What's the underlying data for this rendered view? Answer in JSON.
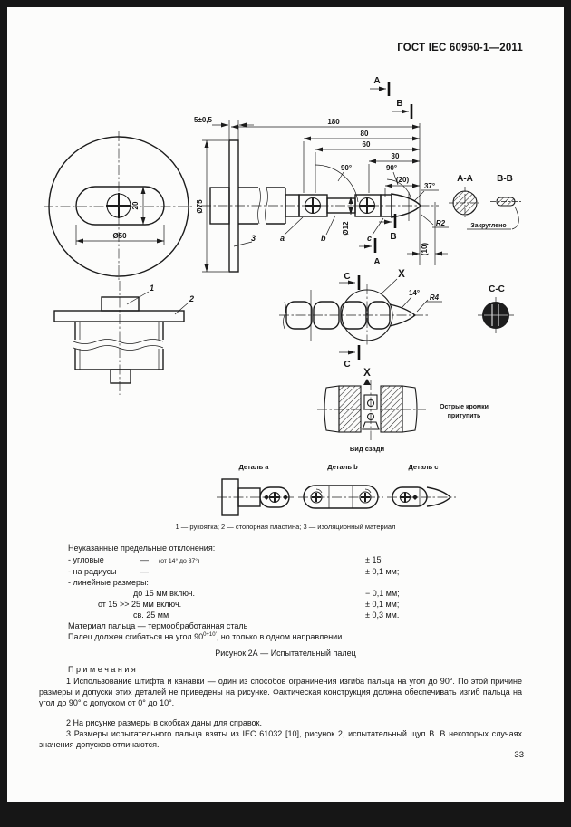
{
  "header": "ГОСТ IEC 60950-1—2011",
  "pageno": "33",
  "dwg": {
    "d5": "5±0,5",
    "d180": "180",
    "d80": "80",
    "d60": "60",
    "d30": "30",
    "a90a": "90°",
    "a90b": "90°",
    "d20p": "(20)",
    "a37": "37°",
    "d10p": "(10)",
    "d75": "Ø75",
    "d50": "Ø50",
    "d20": "20",
    "d12": "Ø12",
    "r2": "R2",
    "a14": "14°",
    "r4": "R4",
    "sA": "A",
    "sB": "B",
    "sC": "C",
    "sX": "X",
    "sAA": "A-A",
    "sBB": "B-B",
    "sCC": "C-C",
    "n1": "1",
    "n2": "2",
    "n3": "3",
    "la": "a",
    "lb": "b",
    "lc": "c",
    "rounded": "Закруглено",
    "sharp1": "Острые кромки",
    "sharp2": "притупить",
    "rear": "Вид сзади",
    "deta": "Деталь a",
    "detb": "Деталь b",
    "detc": "Деталь c",
    "legend": "1 — рукоятка; 2 — стопорная пластина; 3 — изоляционный материал"
  },
  "tol": {
    "title": "Неуказанные предельные отклонения:",
    "r1l": "- угловые",
    "r1d": "—",
    "r1n": "(от 14° до 37°)",
    "r1v": "± 15′",
    "r2l": "- на радиусы",
    "r2d": "—",
    "r2v": "± 0,1 мм;",
    "r3l": "- линейные размеры:",
    "r4l": "до 15 мм включ.",
    "r4v": "− 0,1 мм;",
    "r5l": "от 15 >> 25 мм включ.",
    "r5v": "± 0,1 мм;",
    "r6l": "св. 25 мм",
    "r6v": "± 0,3 мм.",
    "material": "Материал пальца — термообработанная сталь",
    "bend1": "Палец должен сгибаться на угол 90",
    "bendsup": "0+10′",
    "bend2": ", но только в одном направлении."
  },
  "caption": "Рисунок 2А — Испытательный палец",
  "notes": {
    "title": "П р и м е ч а н и я",
    "n1": "1 Использование штифта и канавки — один из способов ограничения изгиба пальца на угол до 90°. По этой причине размеры и допуски этих деталей не приведены на рисунке. Фактическая конструкция должна обеспечивать изгиб пальца на угол до 90° с допуском от 0° до 10°.",
    "n2": "2 На рисунке размеры в скобках даны для справок.",
    "n3": "3 Размеры испытательного пальца взяты из IEC 61032 [10], рисунок 2, испытательный щуп B. В некоторых случаях значения допусков отличаются."
  }
}
